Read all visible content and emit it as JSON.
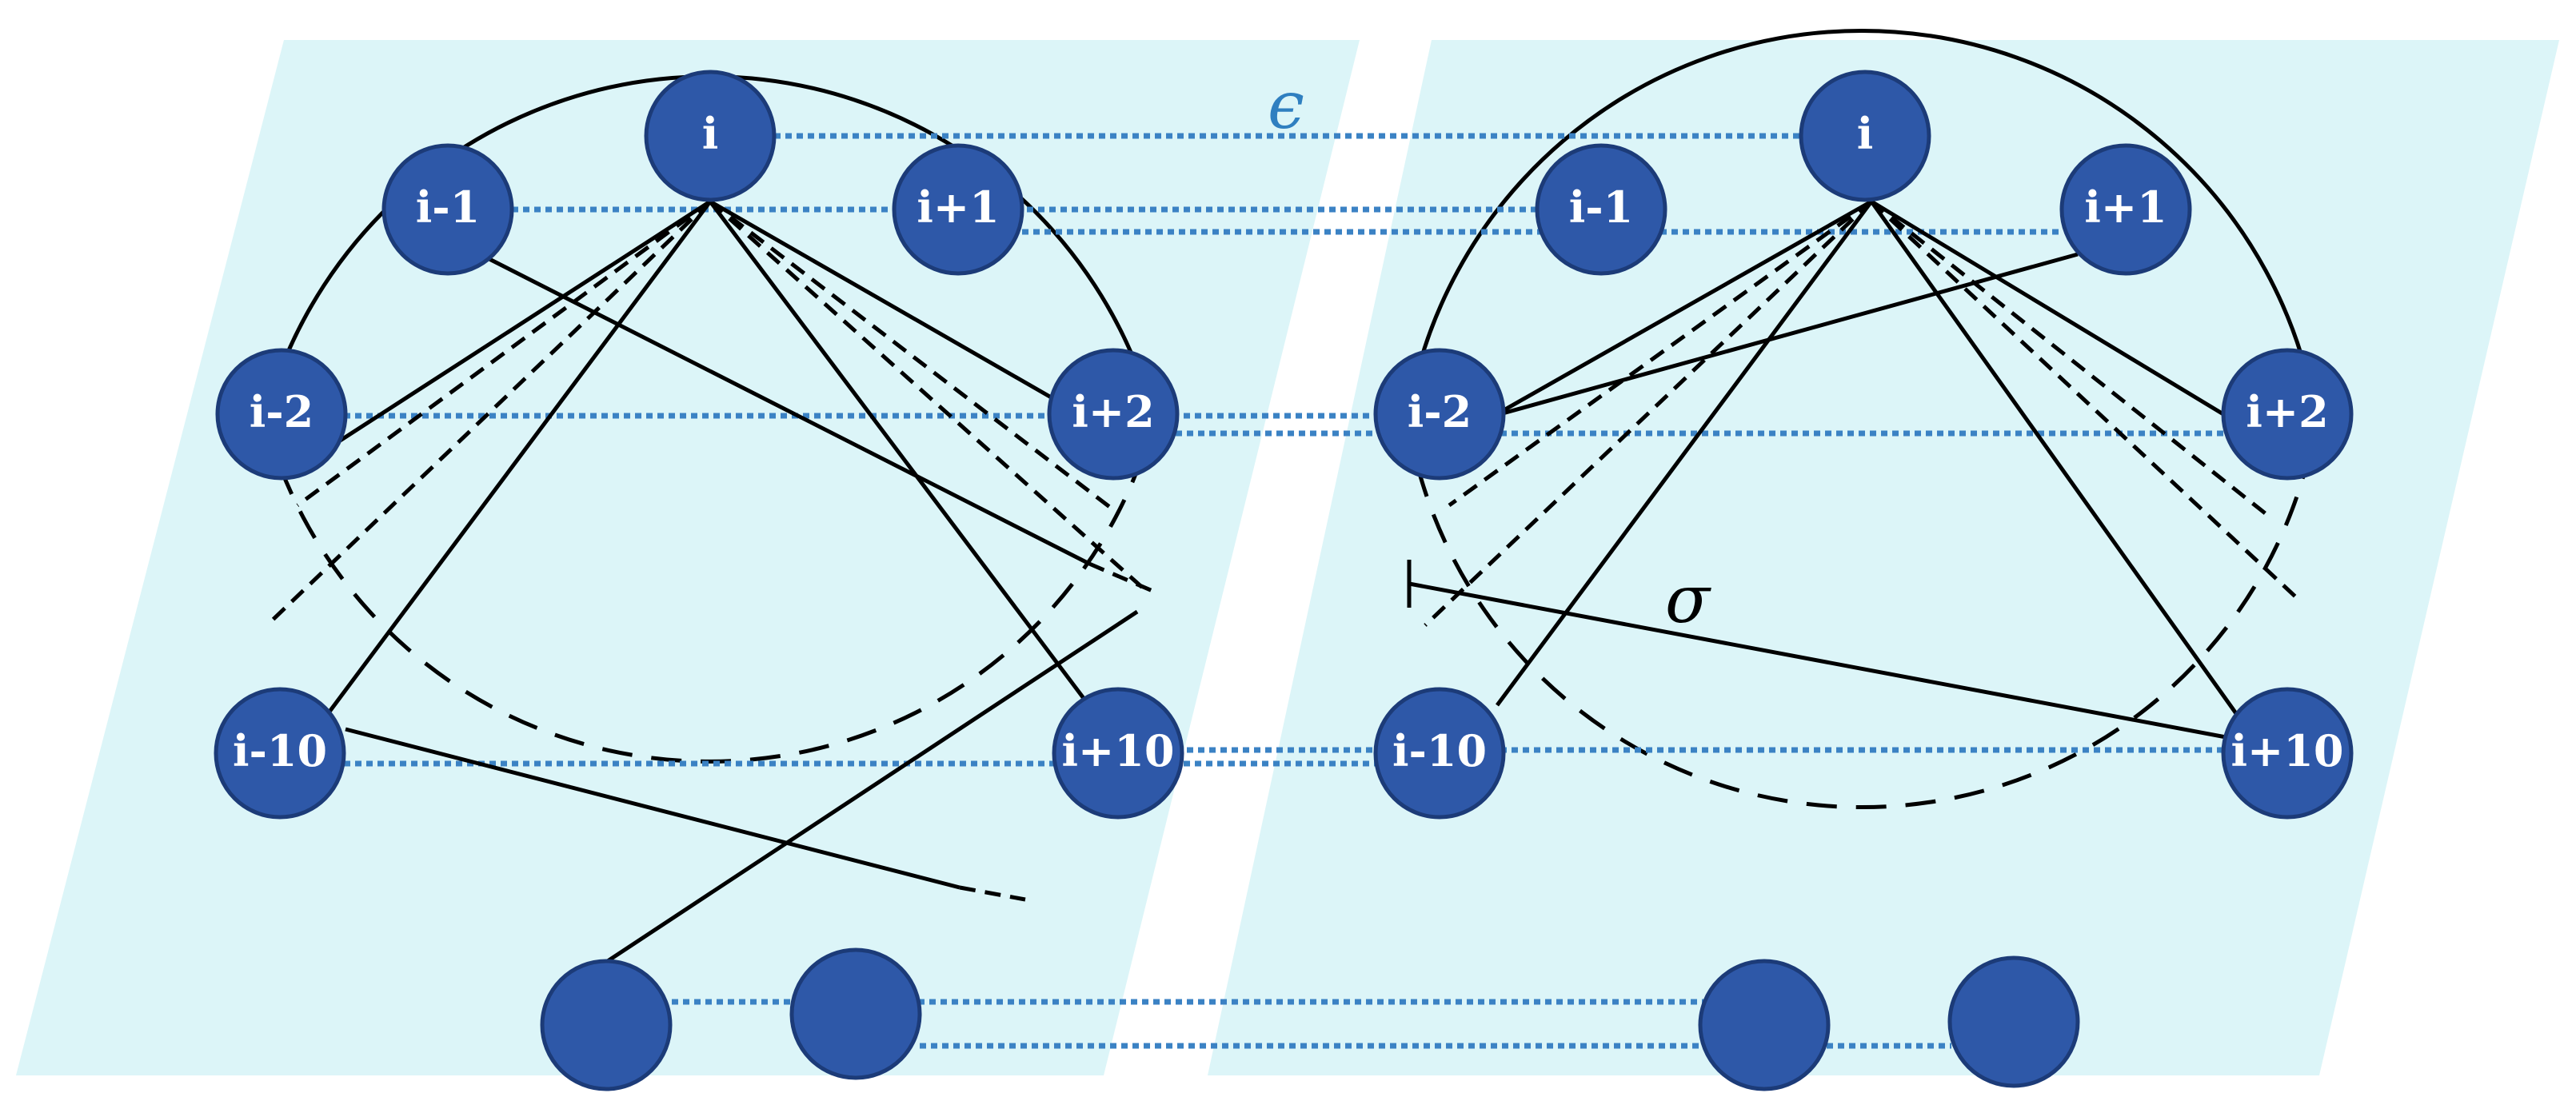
{
  "colors": {
    "plane": "#dcf5f8",
    "node_fill": "#2e58a8",
    "node_stroke": "#1c3b78",
    "node_text": "#ffffff",
    "edge": "#000000",
    "coupling": "#3b82c4",
    "epsilon": "#2f7fc0",
    "sigma": "#000000"
  },
  "labels": {
    "epsilon": "ϵ",
    "sigma": "σ"
  },
  "layers": [
    {
      "id": "left",
      "nodes": [
        {
          "id": "i",
          "label": "i"
        },
        {
          "id": "i-1",
          "label": "i-1"
        },
        {
          "id": "i+1",
          "label": "i+1"
        },
        {
          "id": "i-2",
          "label": "i-2"
        },
        {
          "id": "i+2",
          "label": "i+2"
        },
        {
          "id": "i-10",
          "label": "i-10"
        },
        {
          "id": "i+10",
          "label": "i+10"
        },
        {
          "id": "b1",
          "label": ""
        },
        {
          "id": "b2",
          "label": ""
        }
      ]
    },
    {
      "id": "right",
      "nodes": [
        {
          "id": "i",
          "label": "i"
        },
        {
          "id": "i-1",
          "label": "i-1"
        },
        {
          "id": "i+1",
          "label": "i+1"
        },
        {
          "id": "i-2",
          "label": "i-2"
        },
        {
          "id": "i+2",
          "label": "i+2"
        },
        {
          "id": "i-10",
          "label": "i-10"
        },
        {
          "id": "i+10",
          "label": "i+10"
        },
        {
          "id": "b1",
          "label": ""
        },
        {
          "id": "b2",
          "label": ""
        }
      ]
    }
  ]
}
